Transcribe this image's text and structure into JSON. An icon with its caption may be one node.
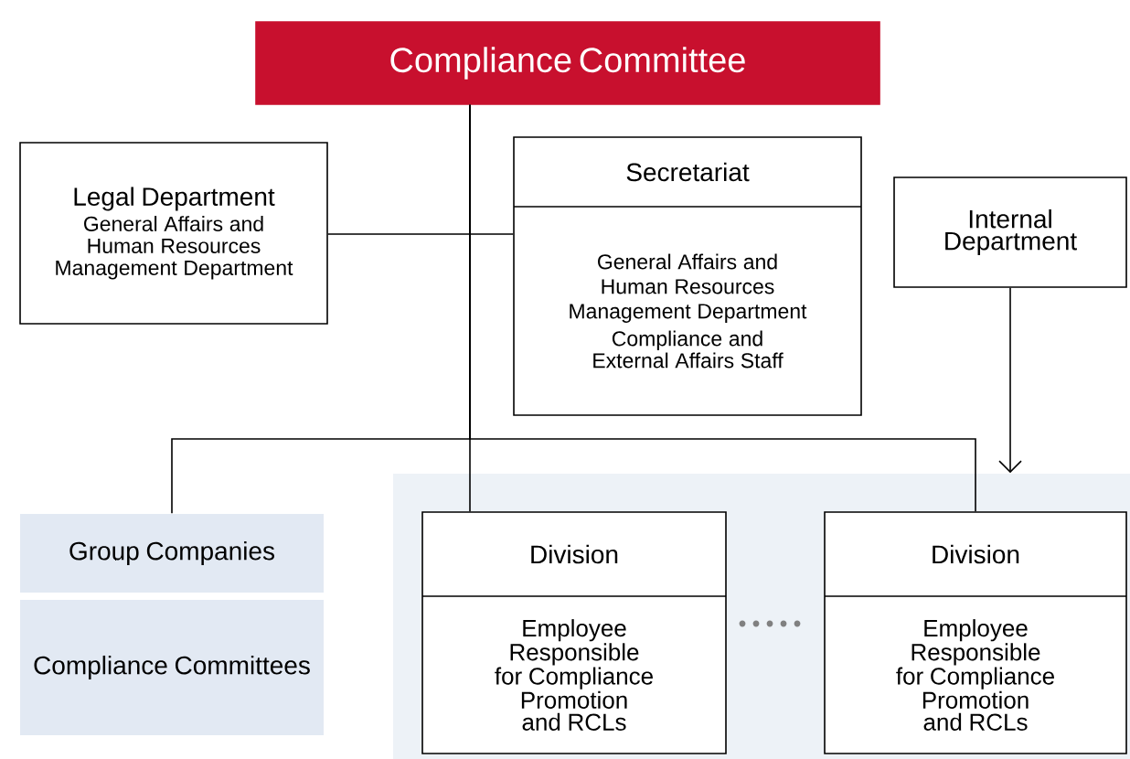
{
  "diagram": {
    "nodes": [
      {
        "text": [
          "Compliance Committee"
        ]
      },
      {
        "text": [
          "Legal Department",
          "General Affairs and Human Resources Management Department"
        ]
      },
      {
        "text": [
          "Secretariat",
          "General Affairs and Human Resources Management Department",
          "Compliance and External Affairs Staff"
        ]
      },
      {
        "text": [
          "Internal Department"
        ]
      },
      {
        "text": [
          "Group Companies"
        ]
      },
      {
        "text": [
          "Compliance Committees"
        ]
      },
      {
        "text": [],
        "shape": "box"
      },
      {
        "text": [
          "Division",
          "Employee Responsible for Compliance Promotion and RCLs"
        ],
        "in": 6
      },
      {
        "text": [
          "Division",
          "Employee Responsible for Compliance Promotion and RCLs"
        ],
        "in": 6
      }
    ],
    "edges": [
      {
        "from": 0,
        "to": 1,
        "arrow": "none"
      },
      {
        "from": 0,
        "to": 2,
        "arrow": "none"
      },
      {
        "from": 0,
        "to": 4,
        "arrow": "none"
      },
      {
        "from": 0,
        "to": 7,
        "arrow": "none"
      },
      {
        "from": 0,
        "to": 8,
        "arrow": "none"
      },
      {
        "from": 3,
        "to": 6,
        "arrow": "to"
      }
    ]
  }
}
